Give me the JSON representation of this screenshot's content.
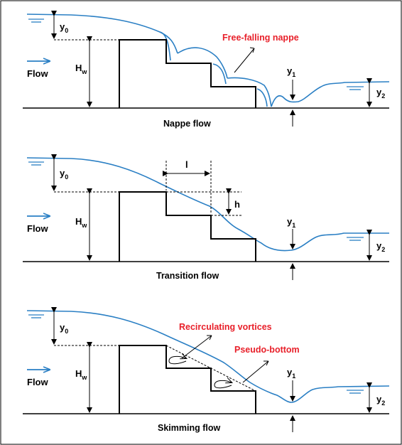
{
  "panels": [
    {
      "caption": "Nappe flow",
      "flow_label": "Flow",
      "y0": "y",
      "y0_sub": "0",
      "hw": "H",
      "hw_sub": "w",
      "y1": "y",
      "y1_sub": "1",
      "y2": "y",
      "y2_sub": "2",
      "annotation": "Free-falling nappe"
    },
    {
      "caption": "Transition flow",
      "flow_label": "Flow",
      "y0": "y",
      "y0_sub": "0",
      "hw": "H",
      "hw_sub": "w",
      "y1": "y",
      "y1_sub": "1",
      "y2": "y",
      "y2_sub": "2",
      "l_label": "l",
      "h_label": "h"
    },
    {
      "caption": "Skimming flow",
      "flow_label": "Flow",
      "y0": "y",
      "y0_sub": "0",
      "hw": "H",
      "hw_sub": "w",
      "y1": "y",
      "y1_sub": "1",
      "y2": "y",
      "y2_sub": "2",
      "annotation_vortices": "Recirculating vortices",
      "annotation_pseudo": "Pseudo-bottom"
    }
  ],
  "colors": {
    "water": "#2a7fc4",
    "annotation": "#e8202a",
    "structure": "#000000"
  }
}
